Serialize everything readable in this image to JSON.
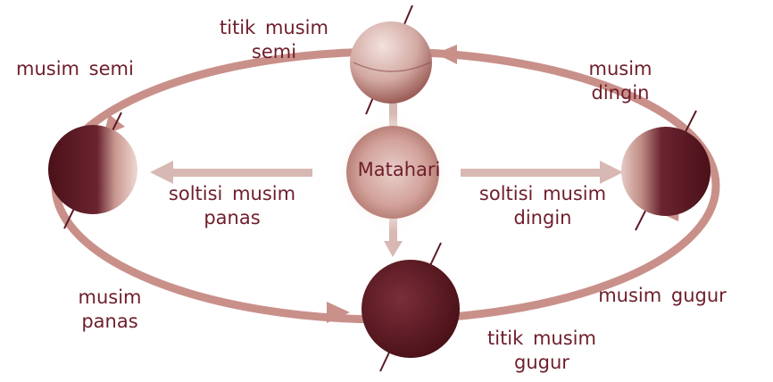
{
  "diagram": {
    "sun_label": "Matahari",
    "labels": {
      "spring_equinox": [
        "titik musim",
        "semi"
      ],
      "spring": [
        "musim semi"
      ],
      "winter": [
        "musim",
        "dingin"
      ],
      "summer_solstice": [
        "soltisi musim",
        "panas"
      ],
      "winter_solstice": [
        "soltisi musim",
        "dingin"
      ],
      "summer": [
        "musim",
        "panas"
      ],
      "autumn": [
        "musim gugur"
      ],
      "autumn_equinox": [
        "titik musim",
        "gugur"
      ]
    },
    "colors": {
      "text": "#6e1e2a",
      "orbit": "#c9908a",
      "earth_dark": "#5a1a24",
      "earth_light": "#e8c8c0",
      "sun": "#d8b0aa"
    }
  }
}
